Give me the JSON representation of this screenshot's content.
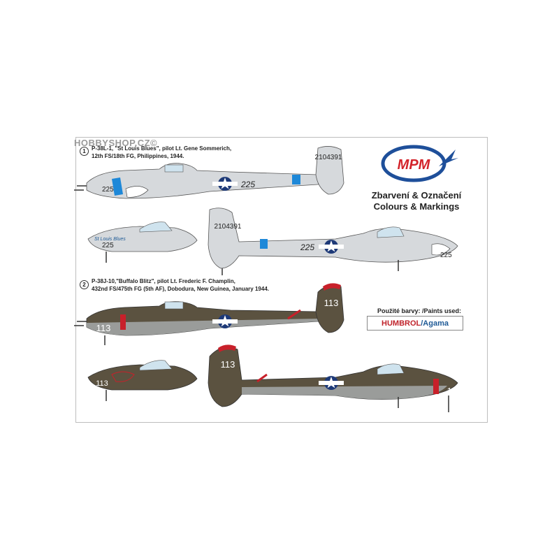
{
  "watermark": "HOBBYSHOP.CZ©",
  "brand": {
    "logo_text": "MPM",
    "title_cz": "Zbarvení & Označení",
    "title_en": "Colours & Markings"
  },
  "paints": {
    "label": "Použité barvy: /Paints used:",
    "humbrol": "HUMBROL",
    "separator": "/",
    "agama": "Agama"
  },
  "scheme1": {
    "number": "1",
    "line1": "P-38L-1, \"St Louis Blues\", pilot Lt. Gene Sommerich,",
    "line2": "12th FS/18th FG, Philippines, 1944.",
    "tail_serial": "2104391",
    "code": "225",
    "nose_code": "225",
    "nose_name": "St Louis Blues"
  },
  "scheme2": {
    "number": "2",
    "line1": "P-38J-10,\"Buffalo Blitz\", pilot Lt. Frederic F. Champlin,",
    "line2": "432nd FS/475th FG (5th AF), Dobodura, New Guinea, January 1944.",
    "code": "113"
  },
  "colors": {
    "silver": "#d6d9dc",
    "olive_drab": "#5b5240",
    "neutral_gray": "#9a9c9a",
    "blue_band": "#1e88d8",
    "red": "#c8202a",
    "insignia_blue": "#1e3a78"
  }
}
